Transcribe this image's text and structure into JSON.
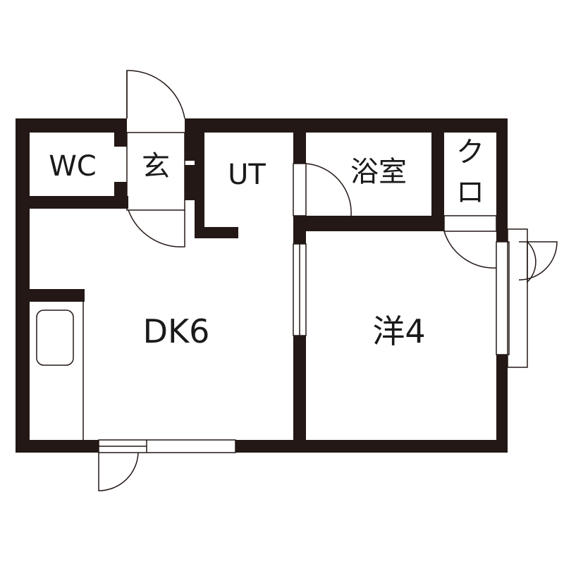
{
  "floor_plan": {
    "rooms": {
      "wc": "WC",
      "entrance": "玄",
      "utility": "UT",
      "bath": "浴室",
      "closet_top": "ク",
      "closet_bottom": "ロ",
      "dining_kitchen": "DK6",
      "western_room": "洋4"
    },
    "colors": {
      "wall": "#231815",
      "background": "#ffffff"
    }
  }
}
